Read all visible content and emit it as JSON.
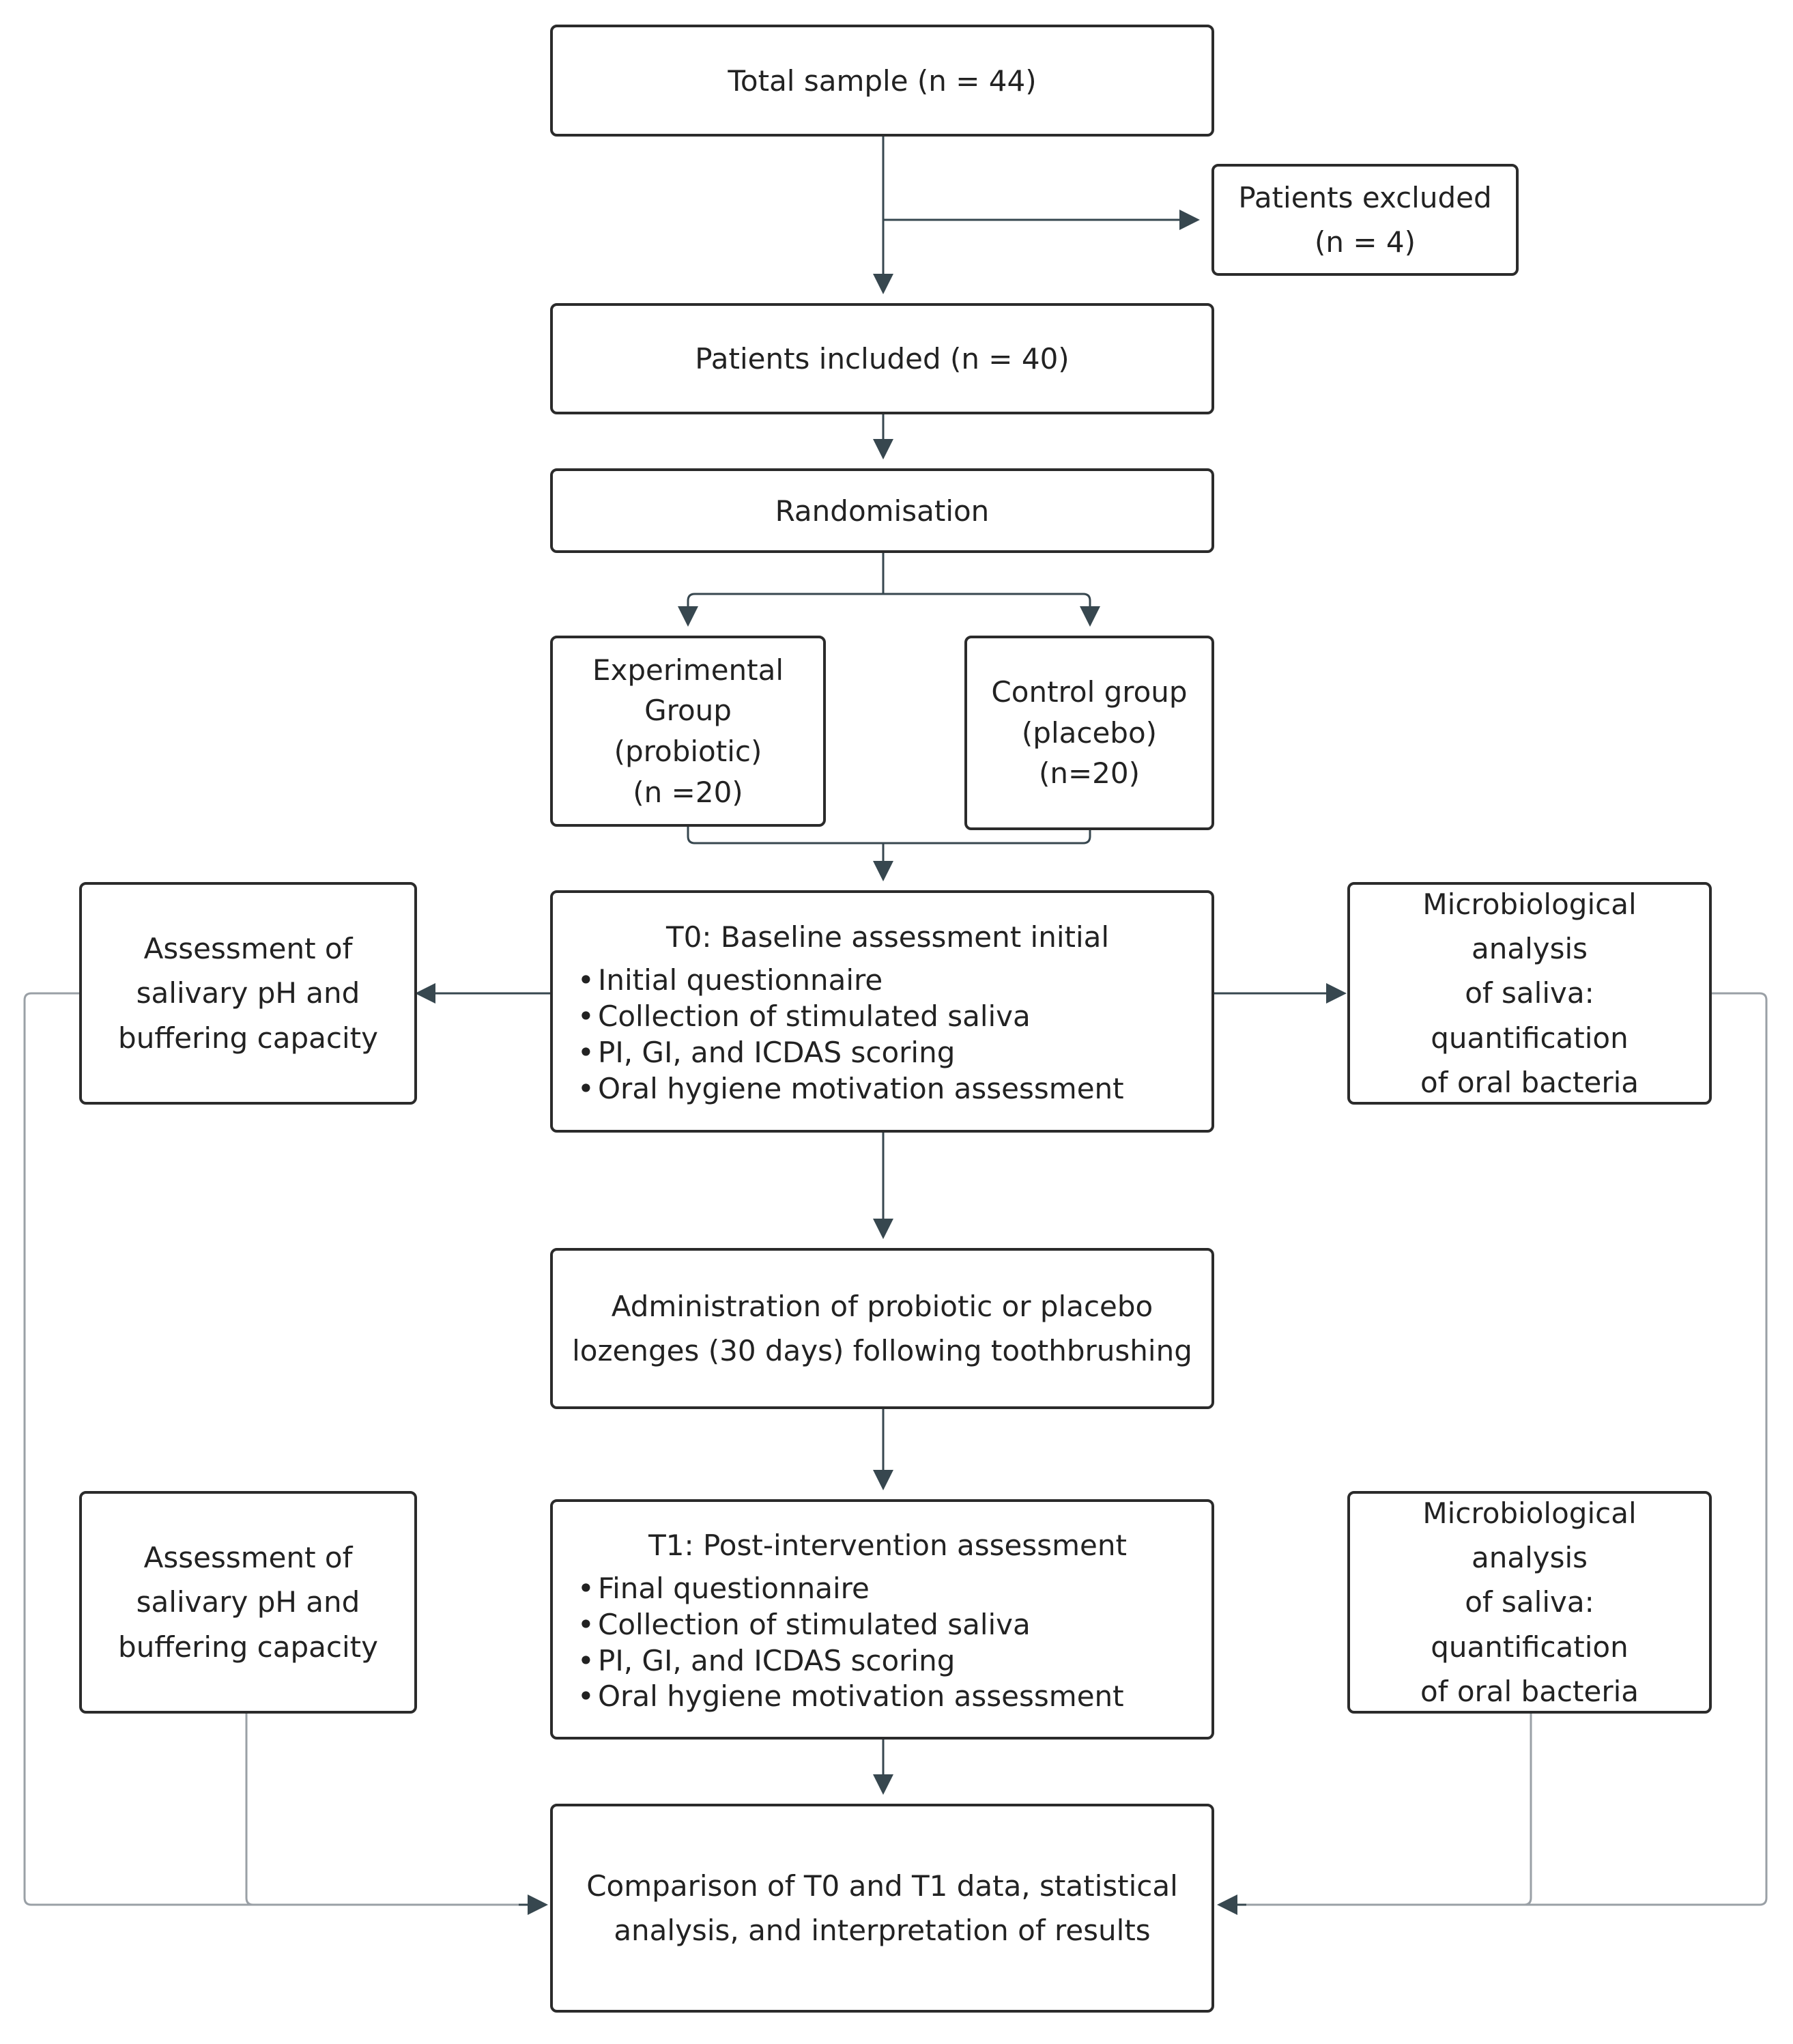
{
  "colors": {
    "box_border": "#2b2b2b",
    "main_arrow": "#37474f",
    "side_connector": "#9aa0a6",
    "text": "#222222"
  },
  "nodes": {
    "total_sample": {
      "lines": [
        "Total sample (n = 44)"
      ]
    },
    "excluded": {
      "lines": [
        "Patients excluded",
        "(n = 4)"
      ]
    },
    "included": {
      "lines": [
        "Patients included (n = 40)"
      ]
    },
    "randomisation": {
      "lines": [
        "Randomisation"
      ]
    },
    "experimental": {
      "lines": [
        "Experimental",
        "Group (probiotic)",
        "(n =20)"
      ]
    },
    "control": {
      "lines": [
        "Control group",
        "(placebo)",
        "(n=20)"
      ]
    },
    "t0": {
      "title": "T0: Baseline assessment initial",
      "items": [
        "Initial questionnaire",
        "Collection of stimulated saliva",
        "PI, GI, and ICDAS scoring",
        "Oral hygiene motivation assessment"
      ]
    },
    "ph_t0": {
      "lines": [
        "Assessment of",
        "salivary pH and",
        "buffering capacity"
      ]
    },
    "micro_t0": {
      "lines": [
        "Microbiological analysis",
        "of saliva: quantification",
        "of oral bacteria"
      ]
    },
    "administration": {
      "lines": [
        "Administration of probiotic or placebo",
        "lozenges (30 days) following toothbrushing"
      ]
    },
    "t1": {
      "title": "T1: Post-intervention assessment",
      "items": [
        "Final questionnaire",
        "Collection of stimulated saliva",
        "PI, GI, and ICDAS scoring",
        "Oral hygiene motivation assessment"
      ]
    },
    "ph_t1": {
      "lines": [
        "Assessment of",
        "salivary pH and",
        "buffering capacity"
      ]
    },
    "micro_t1": {
      "lines": [
        "Microbiological analysis",
        "of saliva: quantification",
        "of oral bacteria"
      ]
    },
    "comparison": {
      "lines": [
        "Comparison of T0 and T1 data, statistical",
        "analysis, and interpretation of results"
      ]
    }
  }
}
